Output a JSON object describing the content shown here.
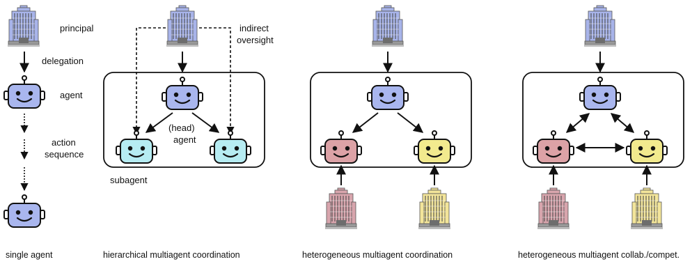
{
  "colors": {
    "robot_blue": "#a9b6ee",
    "robot_cyan": "#b6ecf2",
    "robot_pink": "#dca2a6",
    "robot_yellow": "#f2ea8e",
    "building_blue": "#a8b4ea",
    "building_pink": "#d8a5ad",
    "building_yellow": "#f3e59a",
    "stroke": "#111111"
  },
  "labels": {
    "principal": "principal",
    "delegation": "delegation",
    "agent": "agent",
    "action": "action",
    "sequence": "sequence",
    "indirect": "indirect",
    "oversight": "oversight",
    "head": "(head)",
    "head_agent": "agent",
    "subagent": "subagent"
  },
  "captions": {
    "single": "single agent",
    "hierarchical": "hierarchical multiagent coordination",
    "heterogeneous": "heterogeneous multiagent coordination",
    "collab": "heterogeneous multiagent collab./compet."
  }
}
